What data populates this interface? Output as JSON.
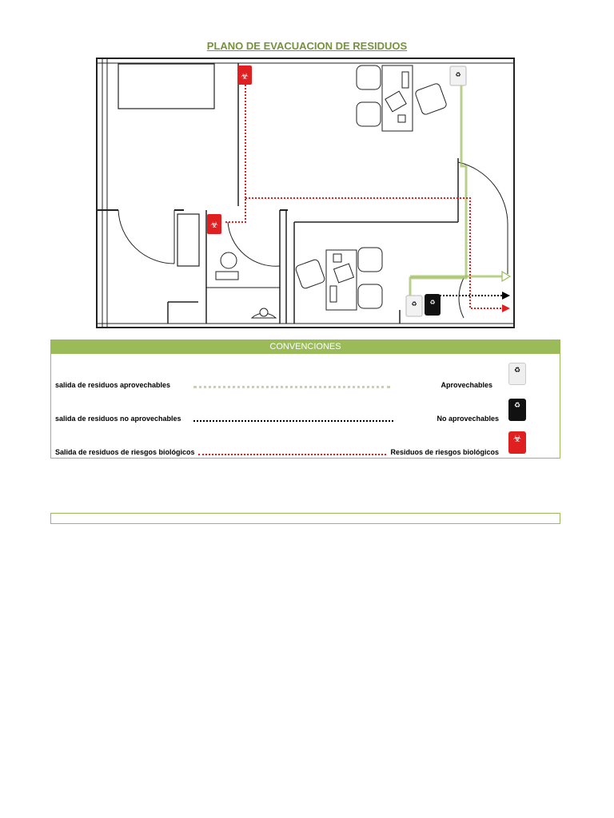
{
  "title": "PLANO DE EVACUACION DE RESIDUOS",
  "legend": {
    "header": "CONVENCIONES",
    "rows": [
      {
        "route_label": "salida de residuos aprovechables",
        "bin_label": "Aprovechables",
        "line_color": "#9bbb59",
        "icon": "recycle-bin-white-icon"
      },
      {
        "route_label": "salida de residuos  no aprovechables",
        "bin_label": "No aprovechables",
        "line_color": "#000000",
        "icon": "recycle-bin-black-icon"
      },
      {
        "route_label": "Salida de residuos de riesgos biológicos",
        "bin_label": "Residuos de riesgos biológicos",
        "line_color": "#e02020",
        "icon": "biohazard-bin-red-icon"
      }
    ]
  },
  "colors": {
    "accent": "#9bbb59",
    "title": "#76923c",
    "biohazard": "#e02020"
  }
}
